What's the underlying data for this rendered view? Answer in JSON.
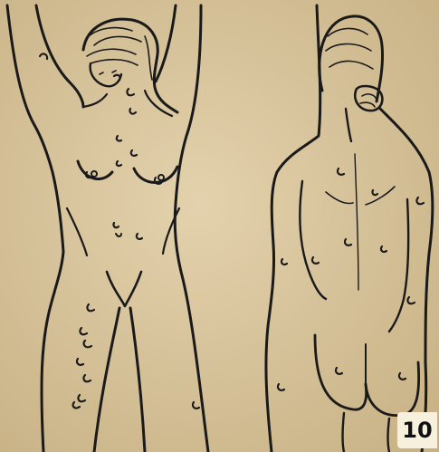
{
  "figure": {
    "label": "10",
    "description_icons": [
      "front-body-figure",
      "back-body-figure"
    ],
    "colors": {
      "paper": "#d8c49a",
      "ink": "#1a1a1a",
      "label_bg": "#f7f0dd"
    }
  }
}
